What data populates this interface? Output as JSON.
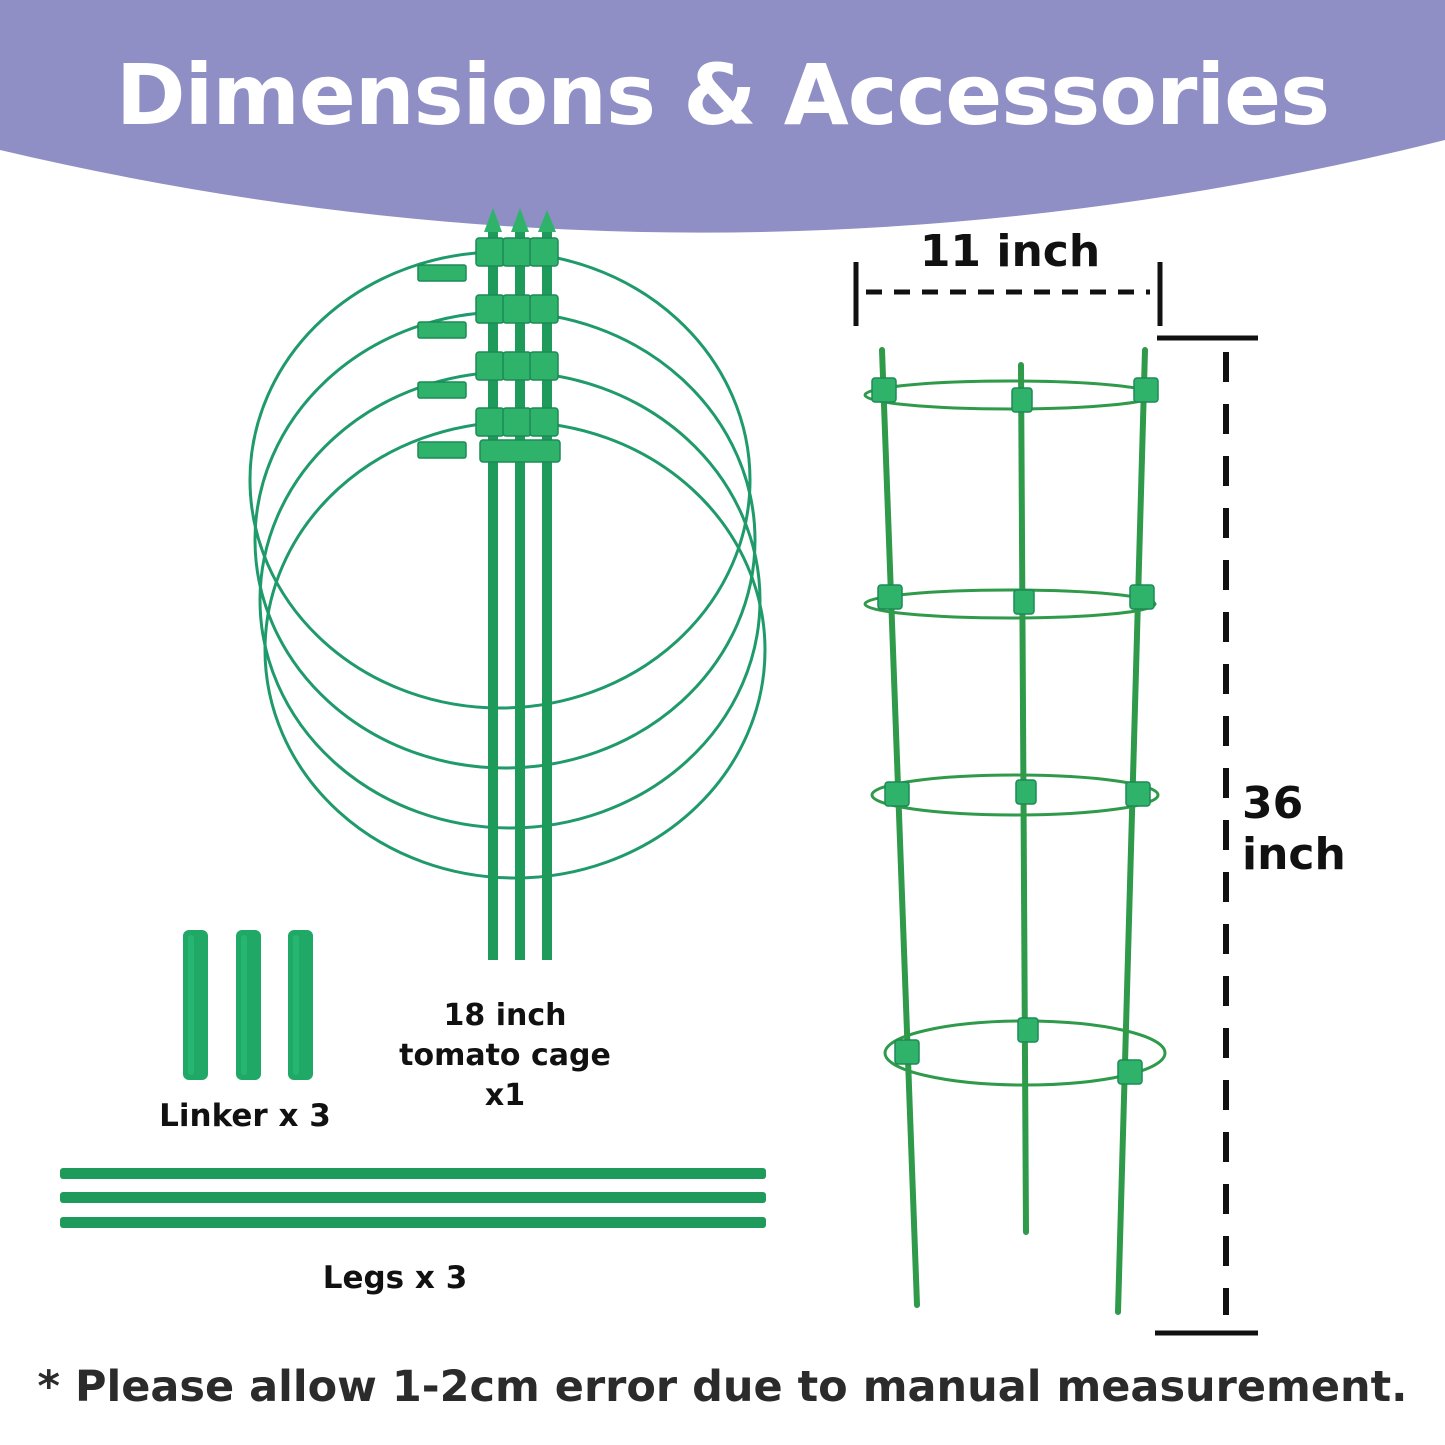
{
  "header": {
    "title": "Dimensions & Accessories",
    "banner_color": "#8f8fc6"
  },
  "labels": {
    "cage_line1": "18 inch",
    "cage_line2": "tomato cage",
    "cage_line3": "x1",
    "linker": "Linker x 3",
    "legs": "Legs x 3",
    "width": "11 inch",
    "height": "36 inch"
  },
  "footer": {
    "note": "* Please allow 1-2cm error due to manual measurement."
  },
  "colors": {
    "stake": "#1e9a5a",
    "ring": "#1f9a6a",
    "clip": "#2fb36a",
    "assembled": "#2e9a4a"
  }
}
